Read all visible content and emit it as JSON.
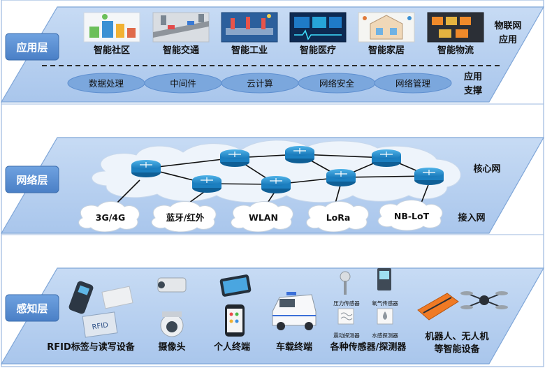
{
  "layers": {
    "application": {
      "label": "应用层",
      "apps": [
        "智能社区",
        "智能交通",
        "智能工业",
        "智能医疗",
        "智能家居",
        "智能物流"
      ],
      "apps_side_label": [
        "物联网",
        "应用"
      ],
      "support": [
        "数据处理",
        "中间件",
        "云计算",
        "网络安全",
        "网络管理"
      ],
      "support_side_label": [
        "应用",
        "支撑"
      ]
    },
    "network": {
      "label": "网络层",
      "core_label": "核心网",
      "access_label": "接入网",
      "access": [
        "3G/4G",
        "蓝牙/红外",
        "WLAN",
        "LoRa",
        "NB-LoT"
      ]
    },
    "perception": {
      "label": "感知层",
      "devices": [
        "RFID标签与读写设备",
        "摄像头",
        "个人终端",
        "车载终端",
        "各种传感器/探测器"
      ],
      "robot_label": [
        "机器人、无人机",
        "等智能设备"
      ],
      "sensor_captions": [
        "压力传感器",
        "氧气传感器",
        "震动探测器",
        "水感探测器"
      ]
    }
  },
  "colors": {
    "layer_fill": "#d3e3f6",
    "layer_fill_dark": "#b8d0ee",
    "layer_edge": "#7fa6d8",
    "label_bg": "#5b8fd3",
    "pill": "#7ba7dd",
    "router": "#1e8fd0"
  }
}
